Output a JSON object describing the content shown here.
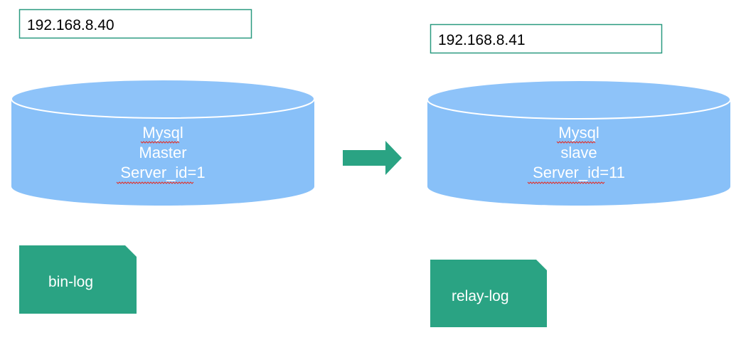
{
  "master": {
    "ip": "192.168.8.40",
    "db_lines": [
      "Mysql",
      "Master",
      "Server_id=1"
    ],
    "log_label": "bin-log"
  },
  "slave": {
    "ip": "192.168.8.41",
    "db_lines": [
      "Mysql",
      "slave",
      "Server_id=11"
    ],
    "log_label": "relay-log"
  },
  "colors": {
    "cylinder_fill": "#88c0f8",
    "cylinder_top": "#8ec3f9",
    "cylinder_edge": "#ffffff",
    "ip_box_border": "#2a9a80",
    "teal": "#2aa383",
    "arrow": "#2aa383",
    "spellcheck": "#e0302a"
  }
}
